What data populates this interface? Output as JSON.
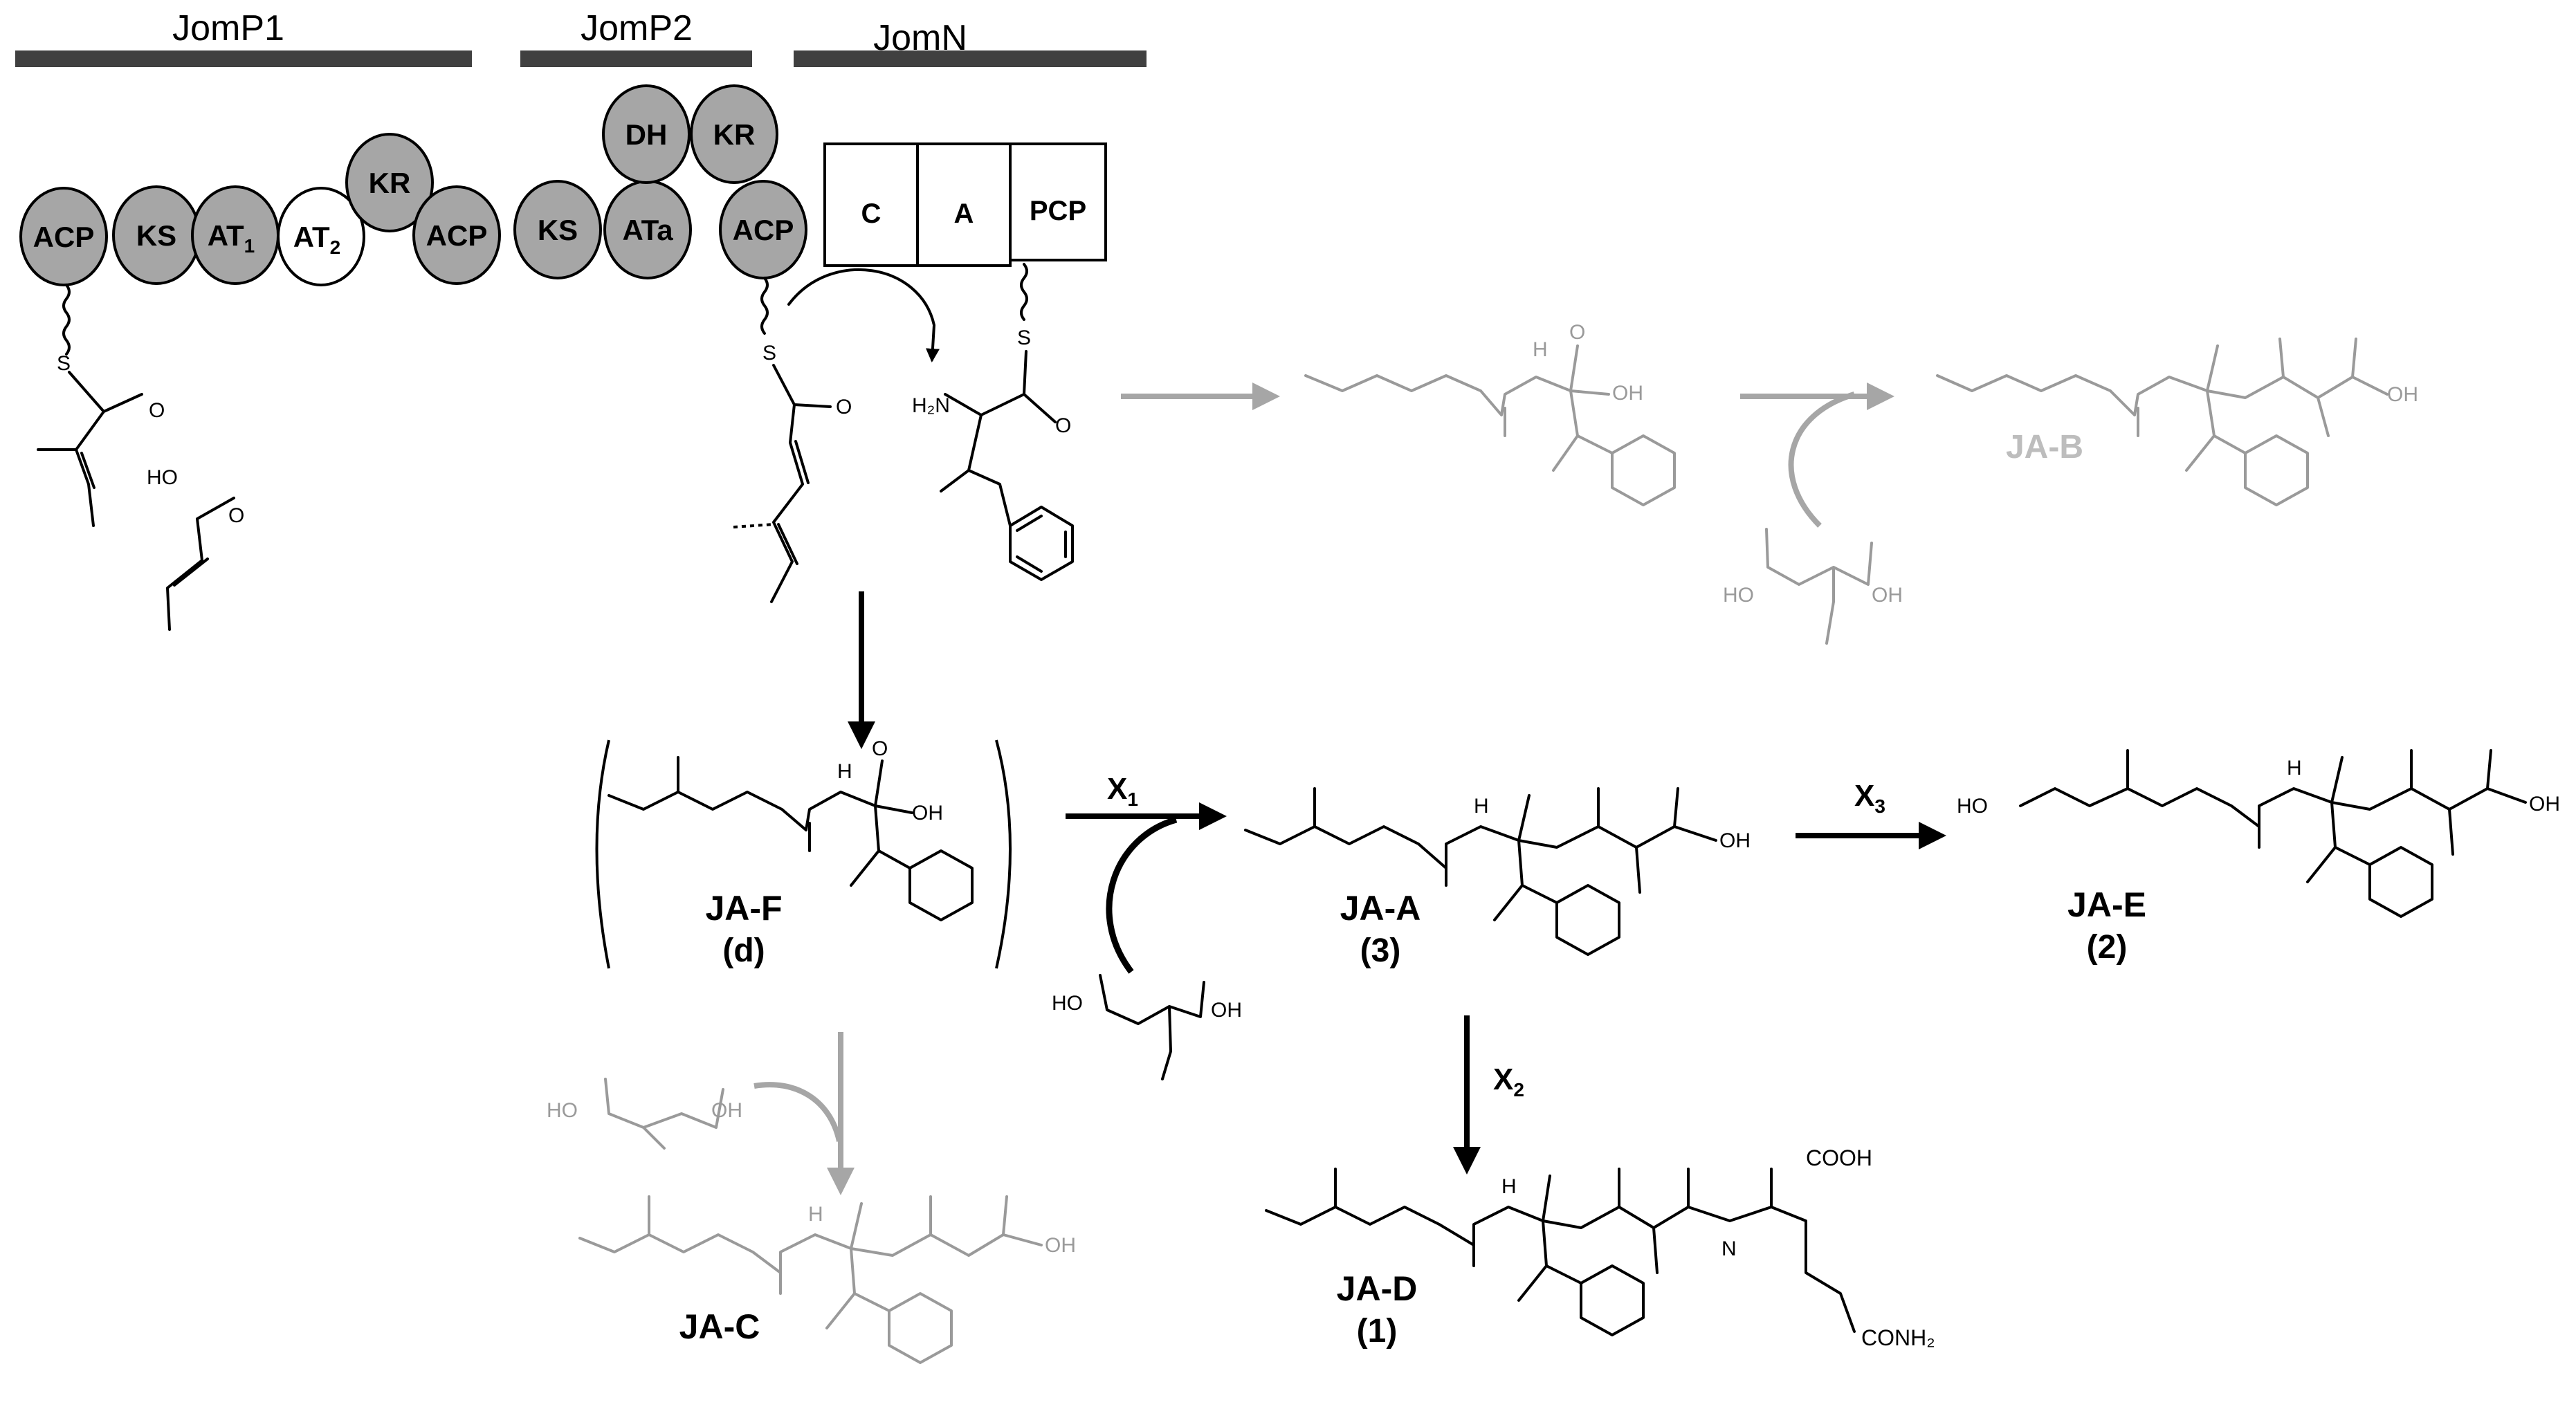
{
  "proteins": {
    "jomp1": "JomP1",
    "jomp2": "JomP2",
    "jomn": "JomN"
  },
  "domains": {
    "p1_acp_a": "ACP",
    "p1_ks": "KS",
    "p1_at1": "AT",
    "p1_at1_sub": "1",
    "p1_at2": "AT",
    "p1_at2_sub": "2",
    "p1_kr": "KR",
    "p1_acp_b": "ACP",
    "p2_ks": "KS",
    "p2_ata": "ATa",
    "p2_dh": "DH",
    "p2_kr": "KR",
    "p2_acp": "ACP",
    "n_c": "C",
    "n_a": "A",
    "n_pcp": "PCP"
  },
  "domain_colors": {
    "filled": "#a6a6a6",
    "empty": "#ffffff",
    "faded_structure": "#9a9a9a"
  },
  "compounds": {
    "jaf": {
      "name": "JA-F",
      "num": "(d)"
    },
    "jaa": {
      "name": "JA-A",
      "num": "(3)"
    },
    "jae": {
      "name": "JA-E",
      "num": "(2)"
    },
    "jab": {
      "name": "JA-B"
    },
    "jac": {
      "name": "JA-C"
    },
    "jad": {
      "name": "JA-D",
      "num": "(1)"
    }
  },
  "enzymes": {
    "x1": "X",
    "x1_sub": "1",
    "x2": "X",
    "x2_sub": "2",
    "x3": "X",
    "x3_sub": "3"
  },
  "atoms": {
    "o": "O",
    "s": "S",
    "ho": "HO",
    "oh": "OH",
    "h2n": "H₂N",
    "h": "H",
    "n": "N",
    "cooh": "COOH",
    "conh2": "CONH₂"
  }
}
